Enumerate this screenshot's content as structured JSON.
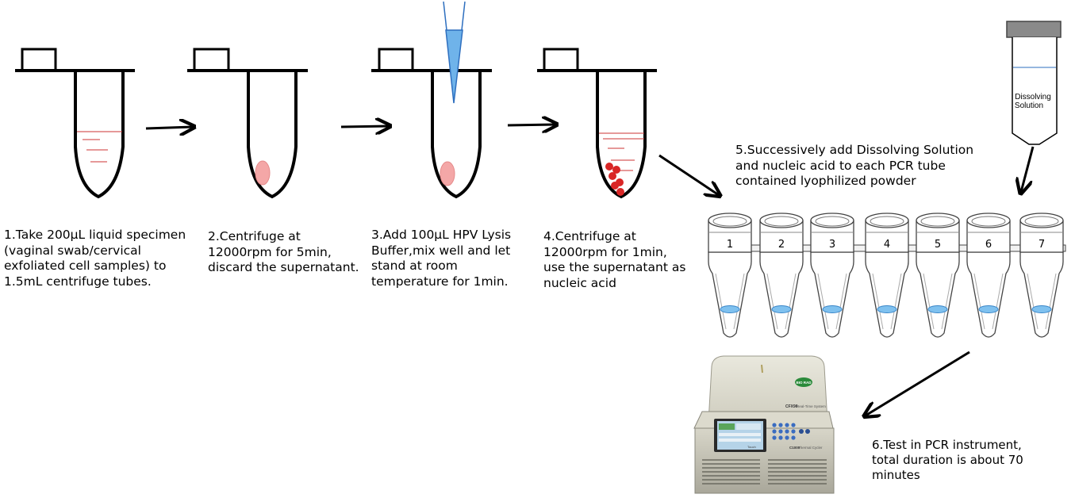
{
  "steps": [
    {
      "id": "step-1",
      "text": "1.Take 200μL liquid specimen\n(vaginal swab/cervical\nexfoliated cell samples) to\n1.5mL centrifuge tubes."
    },
    {
      "id": "step-2",
      "text": "2.Centrifuge at\n12000rpm for 5min,\ndiscard the supernatant."
    },
    {
      "id": "step-3",
      "text": "3.Add 100μL HPV Lysis\nBuffer,mix well and let\nstand at room\ntemperature for 1min."
    },
    {
      "id": "step-4",
      "text": "4.Centrifuge at\n12000rpm for 1min,\nuse the supernatant as\nnucleic acid"
    },
    {
      "id": "step-5",
      "text": "5.Successively add Dissolving Solution\nand nucleic acid to each PCR tube\ncontained lyophilized powder"
    },
    {
      "id": "step-6",
      "text": "6.Test in PCR instrument,\ntotal duration is about 70\nminutes"
    }
  ],
  "reagent_bottle": {
    "label_line1": "Dissolving",
    "label_line2": "Solution"
  },
  "pcr_strip": {
    "tube_numbers": [
      "1",
      "2",
      "3",
      "4",
      "5",
      "6",
      "7"
    ]
  },
  "instrument": {
    "brand": "BIO RAD",
    "model": "CFX96",
    "subtitle": "Real-Time System",
    "module": "C1000",
    "module_sub": "Thermal Cycler",
    "panel_text": "Touch"
  },
  "colors": {
    "tube_outline": "#000000",
    "sample_line": "#cc3333",
    "pellet": "#f4a7a7",
    "red_cells": "#d92626",
    "pipette": "#6fb3ea",
    "pcr_liquid": "#7fc1ef",
    "pcr_outline": "#444444"
  }
}
